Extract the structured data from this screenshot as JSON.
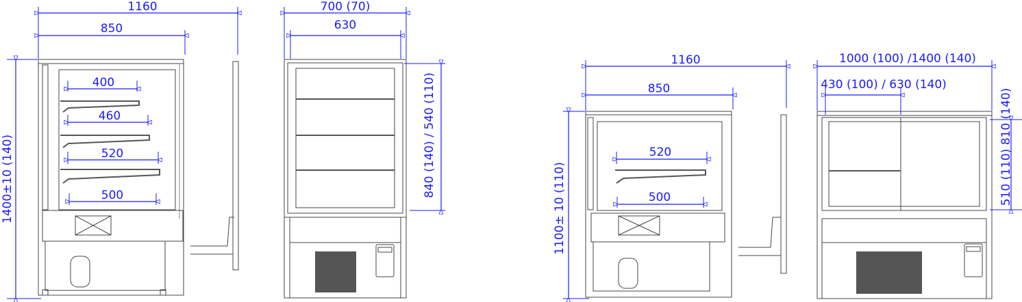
{
  "models": [
    {
      "side_view": {
        "overall_depth": "1160",
        "cabinet_depth": "850",
        "height": "1400±10 (140)",
        "shelf_depths": [
          "400",
          "460",
          "520",
          "500"
        ]
      },
      "front_view": {
        "width": "700 (70)",
        "inner_width": "630",
        "glass_height": "840 (140) / 540 (110)"
      }
    },
    {
      "side_view": {
        "overall_depth": "1160",
        "cabinet_depth": "850",
        "height": "1100± 10 (110)",
        "shelf_depths": [
          "520",
          "500"
        ]
      },
      "front_view": {
        "width": "1000 (100) /1400 (140)",
        "inner_width": "430 (100) / 630 (140)",
        "glass_height": "510 (110) 810 (140)"
      }
    }
  ],
  "colors": {
    "dimension": "#1a1aff",
    "outline": "#444444"
  }
}
